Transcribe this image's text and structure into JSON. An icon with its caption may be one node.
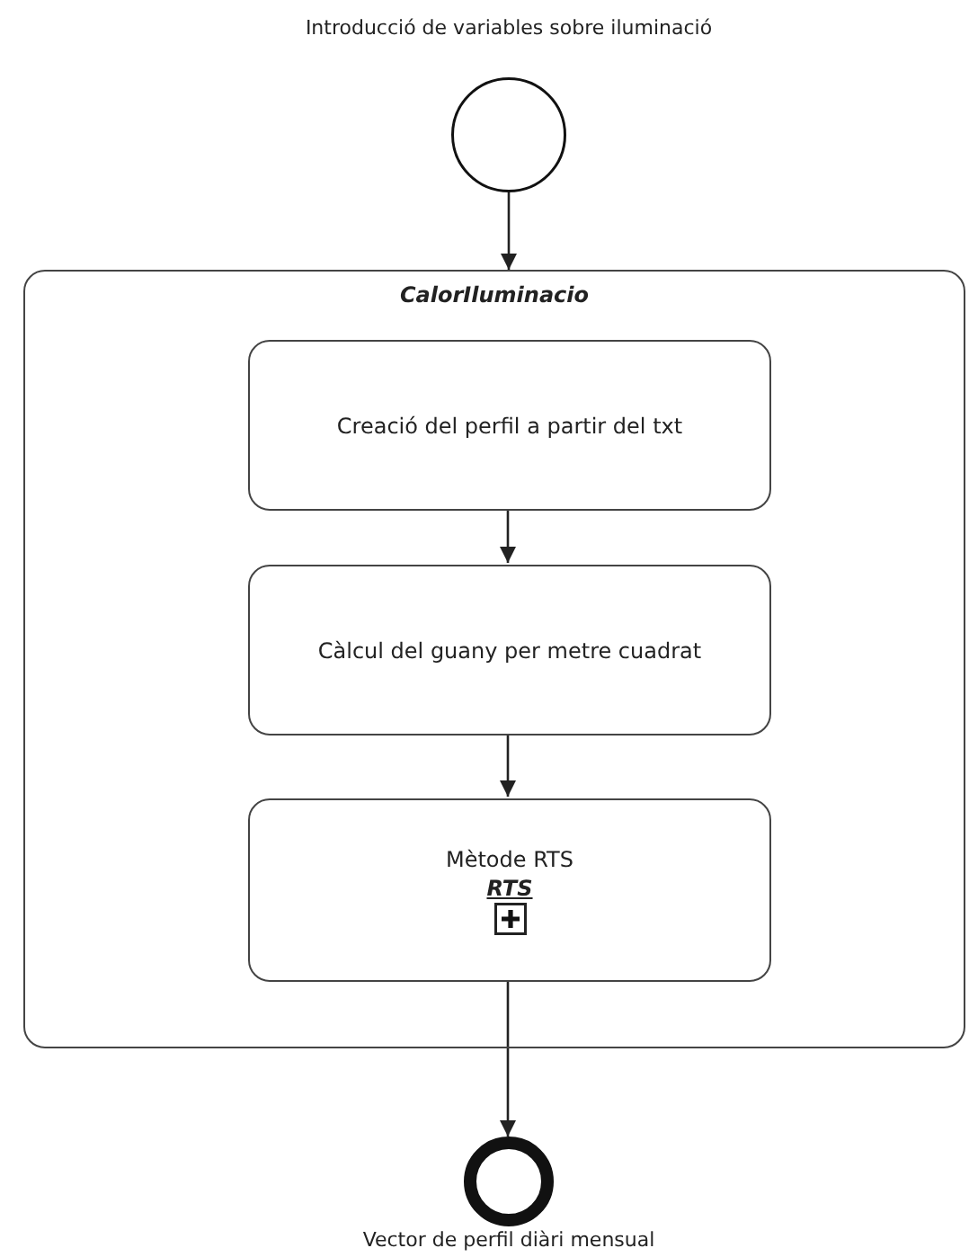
{
  "diagram": {
    "nodes": [
      {
        "text": [],
        "shape": "circle",
        "beside": [
          "Introducció de variables sobre iluminació"
        ]
      },
      {
        "text": [
          "CalorIluminacio"
        ]
      },
      {
        "text": [
          "Creació del perfil a partir del txt"
        ],
        "in": 1
      },
      {
        "text": [
          "Càlcul del guany per metre cuadrat"
        ],
        "in": 1
      },
      {
        "text": [
          "Mètode RTS",
          "RTS"
        ],
        "in": 1
      },
      {
        "text": [],
        "shape": "circle",
        "beside": [
          "Vector de perfil diàri mensual"
        ]
      }
    ],
    "edges": [
      {
        "from": 0,
        "to": 1,
        "arrow": "to"
      },
      {
        "from": 2,
        "to": 3,
        "arrow": "to"
      },
      {
        "from": 3,
        "to": 4,
        "arrow": "to"
      },
      {
        "from": 4,
        "to": 5,
        "arrow": "to"
      }
    ]
  }
}
